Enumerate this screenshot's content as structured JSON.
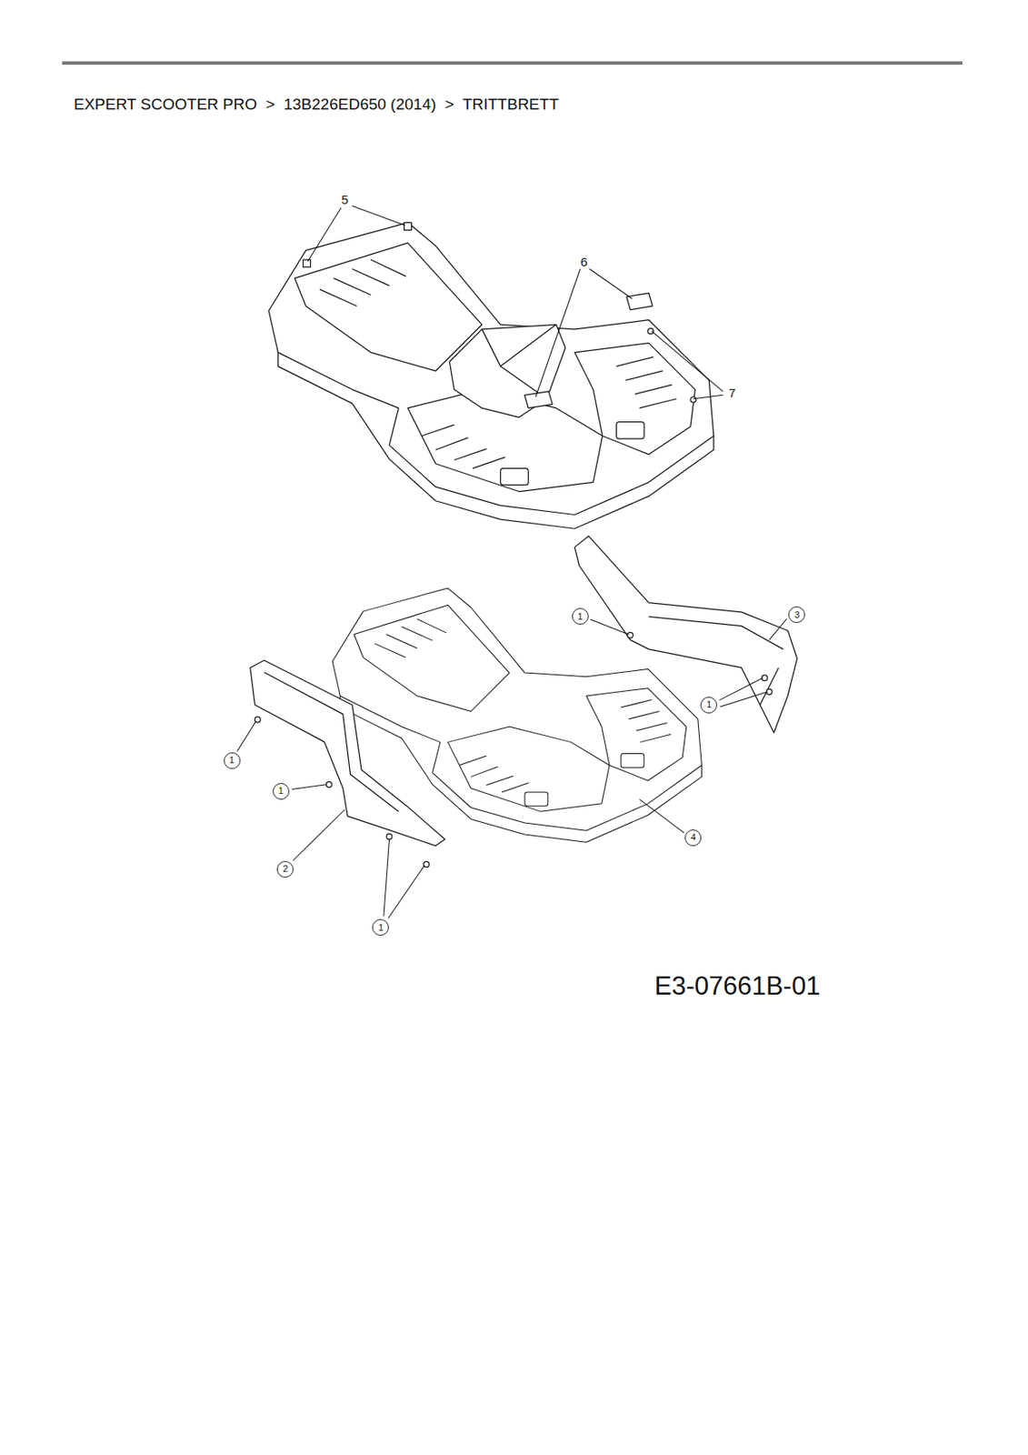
{
  "diagram": {
    "title": "EXPERT SCOOTER PRO  >  13B226ED650 (2014)  >  TRITTBRETT",
    "labels": [
      "5",
      "6",
      "7",
      "3",
      "1",
      "1",
      "1",
      "1",
      "4",
      "2",
      "1",
      "E3-07661B-01"
    ]
  }
}
